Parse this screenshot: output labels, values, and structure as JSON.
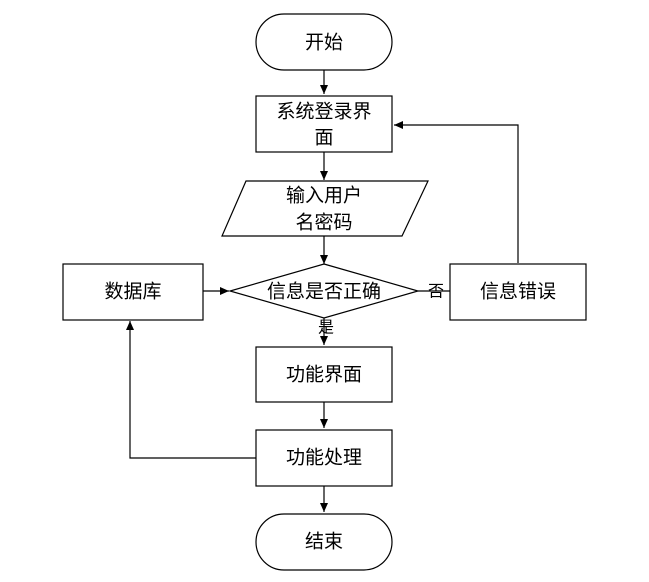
{
  "flowchart": {
    "nodes": {
      "start": {
        "lines": [
          "开始"
        ],
        "shape": "terminator"
      },
      "login": {
        "lines": [
          "系统登录界",
          "面"
        ],
        "shape": "process"
      },
      "input": {
        "lines": [
          "输入用户",
          "名密码"
        ],
        "shape": "input-output"
      },
      "check": {
        "lines": [
          "信息是否正确"
        ],
        "shape": "decision"
      },
      "database": {
        "lines": [
          "数据库"
        ],
        "shape": "process"
      },
      "error": {
        "lines": [
          "信息错误"
        ],
        "shape": "process"
      },
      "function_ui": {
        "lines": [
          "功能界面"
        ],
        "shape": "process"
      },
      "function_proc": {
        "lines": [
          "功能处理"
        ],
        "shape": "process"
      },
      "end": {
        "lines": [
          "结束"
        ],
        "shape": "terminator"
      }
    },
    "edges": {
      "yes_label": "是",
      "no_label": "否"
    },
    "colors": {
      "stroke": "#000000",
      "fill": "#ffffff",
      "text": "#000000"
    }
  }
}
